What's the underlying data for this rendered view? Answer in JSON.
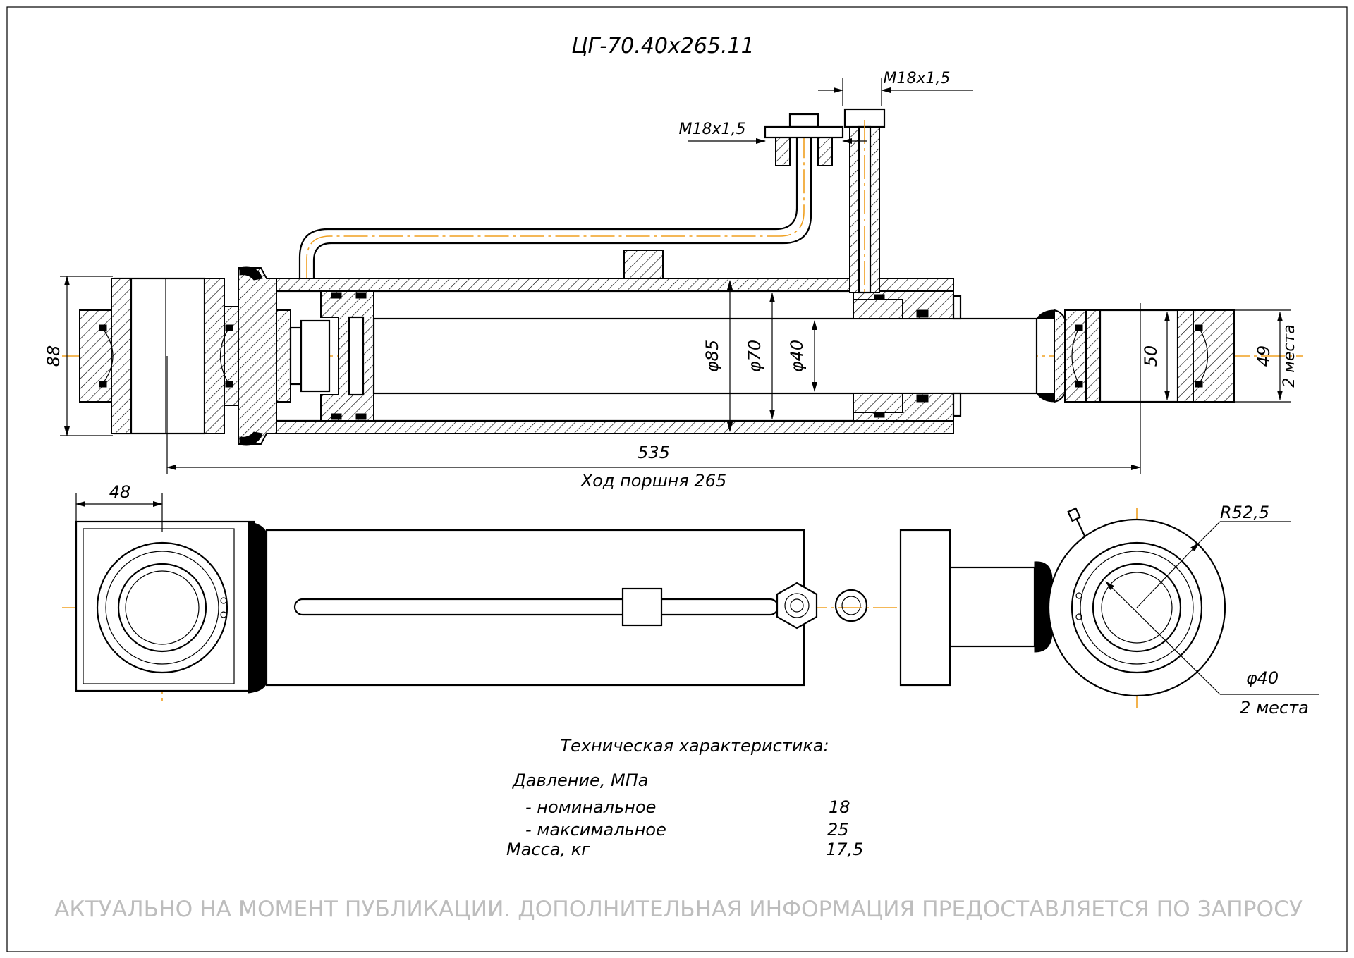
{
  "title": "ЦГ-70.40х265.11",
  "dimensions": {
    "port_thread_top": "М18х1,5",
    "port_thread_left": "М18х1,5",
    "height_left": "88",
    "dia_barrel_outer": "φ85",
    "dia_bore": "φ70",
    "dia_rod": "φ40",
    "eye_width_right": "50",
    "eye_width_right_small": "49",
    "places_right": "2 места",
    "length_total": "535",
    "stroke_label": "Ход поршня 265",
    "head_width": "48",
    "radius_eye": "R52,5",
    "dia_eye_hole": "φ40",
    "places_eye": "2 места"
  },
  "specs": {
    "heading": "Техническая характеристика:",
    "pressure_label": "Давление, МПа",
    "nominal_label": "- номинальное",
    "nominal_value": "18",
    "max_label": "- максимальное",
    "max_value": "25",
    "mass_label": "Масса, кг",
    "mass_value": "17,5"
  },
  "notice": "АКТУАЛЬНО НА МОМЕНТ ПУБЛИКАЦИИ. ДОПОЛНИТЕЛЬНАЯ ИНФОРМАЦИЯ ПРЕДОСТАВЛЯЕТСЯ ПО ЗАПРОСУ",
  "colors": {
    "line": "#000000",
    "axis": "#f0a020",
    "notice": "#bdbdbd",
    "background": "#ffffff"
  }
}
